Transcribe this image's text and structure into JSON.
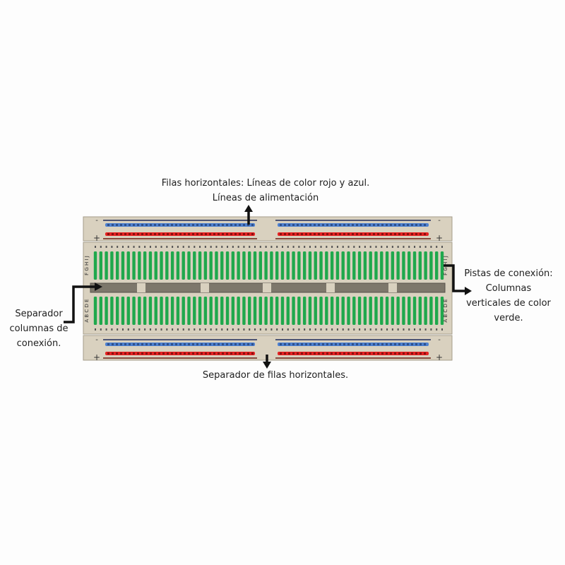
{
  "labels": {
    "top_line1": "Filas horizontales: Líneas de color rojo y azul.",
    "top_line2": "Líneas de alimentación",
    "right_line1": "Pistas de conexión:",
    "right_line2": "Columnas",
    "right_line3": "verticales de color",
    "right_line4": "verde.",
    "left_line1": "Separador",
    "left_line2": "columnas de",
    "left_line3": "conexión.",
    "bottom": "Separador de filas horizontales."
  },
  "breadboard": {
    "row_letters_top": "F G H I J",
    "row_letters_bottom": "A B C D E",
    "minus_sign": "-",
    "plus_sign": "+",
    "columns": 64
  },
  "colors": {
    "board": "#d9d1bf",
    "board_edge": "#a59d8a",
    "green": "#1fa84c",
    "blue": "#4d80cf",
    "red": "#e52222",
    "navy_line": "#1f2a5a",
    "brown_line": "#6b1e12",
    "channel": "#7d776b"
  }
}
